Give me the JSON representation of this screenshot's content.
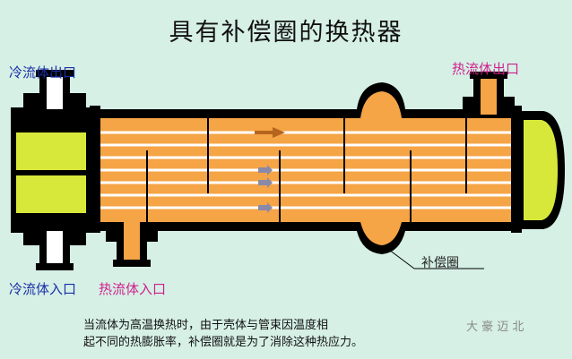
{
  "title": "具有补偿圈的换热器",
  "labels": {
    "cold_outlet": "冷流体出口",
    "hot_outlet": "热流体出口",
    "cold_inlet": "冷流体入口",
    "hot_inlet": "热流体入口",
    "compensation_ring": "补偿圈"
  },
  "caption": {
    "line1": "当流体为高温换热时，由于壳体与管束因温度相",
    "line2": "起不同的热膨胀率，补偿圈就是为了消除这种热应力。"
  },
  "watermark": "大 豪 迈 北",
  "colors": {
    "background": "#d6f0e6",
    "shell_fill": "#f5a446",
    "head_fill": "#d8e83a",
    "outline": "#000000",
    "blue_label": "#1a2ea8",
    "pink_label": "#d0208c"
  }
}
